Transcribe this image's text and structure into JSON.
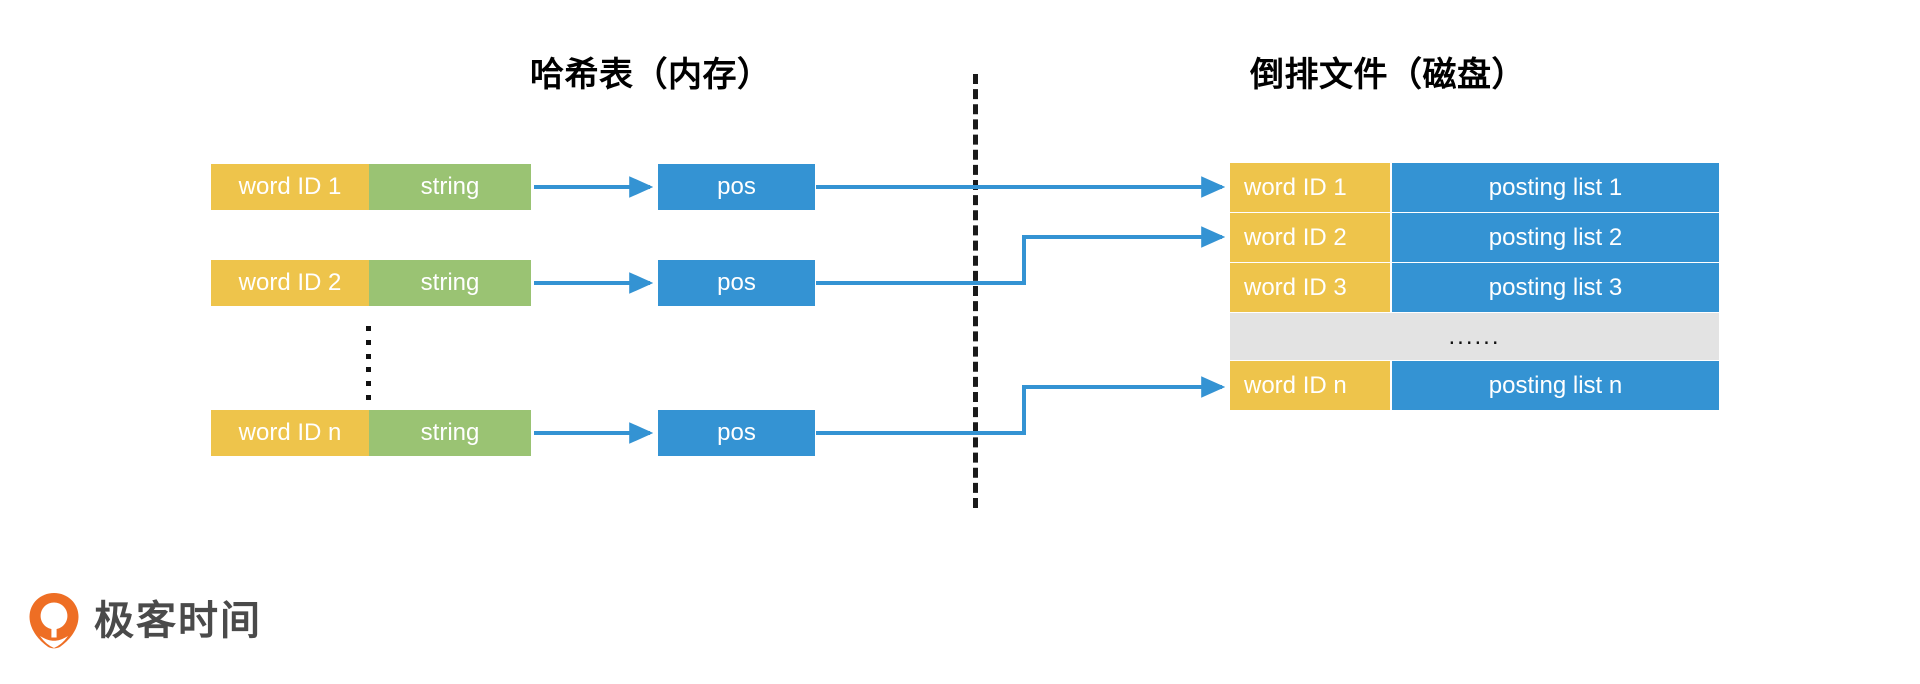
{
  "titles": {
    "left": "哈希表（内存）",
    "right": "倒排文件（磁盘）"
  },
  "colors": {
    "word_id": "#EEC44B",
    "string": "#9AC373",
    "blue": "#3493D3",
    "ellipsis_row": "#E3E3E3",
    "divider": "#1A1A1A",
    "brand_orange": "#EE6E24",
    "brand_text": "#4A4A4A"
  },
  "hash_table": {
    "rows": [
      {
        "word_id": "word ID 1",
        "string": "string",
        "pos": "pos"
      },
      {
        "word_id": "word ID 2",
        "string": "string",
        "pos": "pos"
      },
      {
        "word_id": "word ID n",
        "string": "string",
        "pos": "pos"
      }
    ],
    "vertical_ellipsis": "⋮"
  },
  "inverted_file": {
    "rows": [
      {
        "word_id": "word ID 1",
        "posting_list": "posting list 1"
      },
      {
        "word_id": "word ID 2",
        "posting_list": "posting list 2"
      },
      {
        "word_id": "word ID 3",
        "posting_list": "posting list 3"
      }
    ],
    "ellipsis_label": "......",
    "last_row": {
      "word_id": "word ID n",
      "posting_list": "posting list n"
    }
  },
  "brand": {
    "name": "极客时间",
    "mark": "geektime-logo-icon"
  }
}
